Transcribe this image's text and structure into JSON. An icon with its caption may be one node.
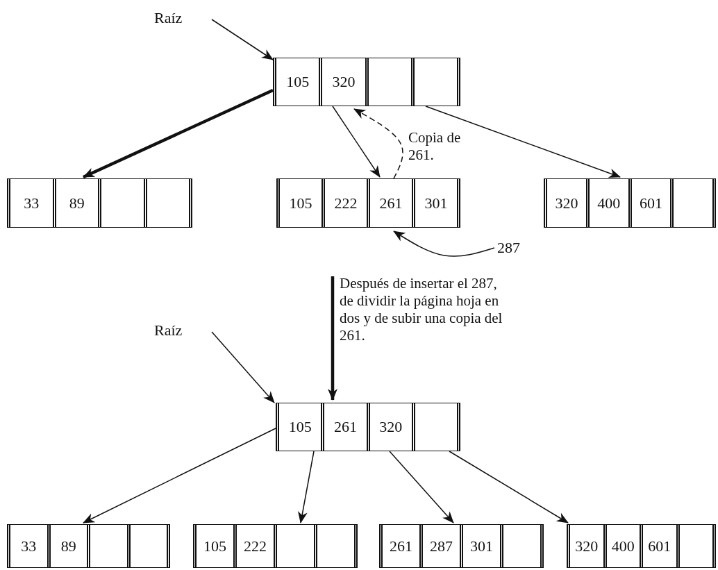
{
  "diagram": {
    "nodes": [
      {
        "text": [
          "Raíz"
        ]
      },
      {
        "text": [
          "105",
          "320"
        ]
      },
      {
        "text": [
          "33",
          "89"
        ]
      },
      {
        "text": [
          "105",
          "222",
          "261",
          "301"
        ]
      },
      {
        "text": [
          "320",
          "400",
          "601"
        ]
      },
      {
        "text": [
          "287"
        ]
      },
      {
        "text": [
          "Raíz"
        ]
      },
      {
        "text": [
          "105",
          "261",
          "320"
        ]
      },
      {
        "text": [
          "33",
          "89"
        ]
      },
      {
        "text": [
          "105",
          "222"
        ]
      },
      {
        "text": [
          "261",
          "287",
          "301"
        ]
      },
      {
        "text": [
          "320",
          "400",
          "601"
        ]
      }
    ],
    "edges": [
      {
        "from": 0,
        "to": 1,
        "arrow": "to"
      },
      {
        "from": 1,
        "to": 2,
        "arrow": "to",
        "style": "thick"
      },
      {
        "from": 1,
        "to": 3,
        "arrow": "to"
      },
      {
        "from": 1,
        "to": 4,
        "arrow": "to"
      },
      {
        "from": 3,
        "to": 1,
        "arrow": "to",
        "style": "dashed",
        "label": "Copia de 261."
      },
      {
        "from": 5,
        "to": 3,
        "arrow": "to"
      },
      {
        "from": null,
        "to": 7,
        "arrow": "to",
        "style": "thick",
        "label": "Después de insertar el 287, de dividir la página hoja en dos y de subir una copia del 261."
      },
      {
        "from": 6,
        "to": 7,
        "arrow": "to"
      },
      {
        "from": 7,
        "to": 8,
        "arrow": "to"
      },
      {
        "from": 7,
        "to": 9,
        "arrow": "to"
      },
      {
        "from": 7,
        "to": 10,
        "arrow": "to"
      },
      {
        "from": 7,
        "to": 11,
        "arrow": "to"
      }
    ]
  }
}
